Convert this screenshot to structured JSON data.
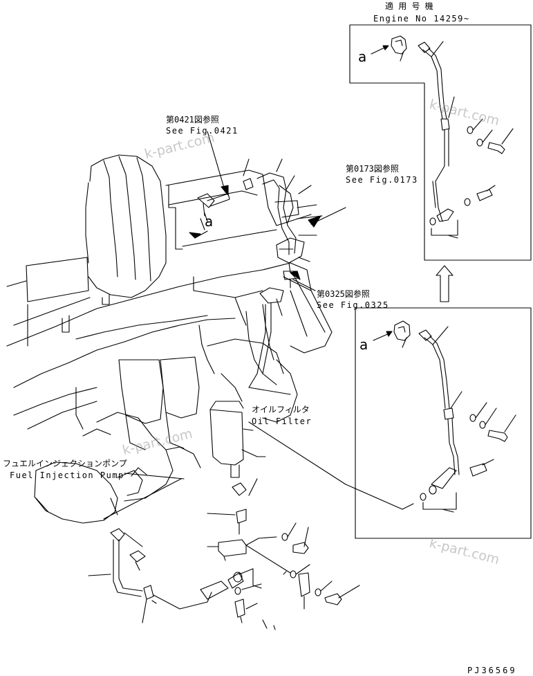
{
  "header": {
    "applicable_model_jp": "適 用 号 機",
    "engine_no": "Engine No 14259~"
  },
  "references": {
    "fig0421_jp": "第0421図参照",
    "fig0421_en": "See Fig.0421",
    "fig0173_jp": "第0173図参照",
    "fig0173_en": "See Fig.0173",
    "fig0325_jp": "第0325図参照",
    "fig0325_en": "See Fig.0325"
  },
  "components": {
    "oil_filter_jp": "オイルフィルタ",
    "oil_filter_en": "Oil Filter",
    "fuel_pump_jp": "フュエルインジェクションポンプ",
    "fuel_pump_en": "Fuel Injection Pump"
  },
  "callouts": {
    "a_top": "a",
    "a_main": "a",
    "a_lower": "a"
  },
  "watermarks": [
    "k-part.com",
    "k-part.com",
    "k-part.com",
    "k-part.com"
  ],
  "drawing_code": "PJ36569",
  "colors": {
    "line": "#000000",
    "watermark": "#9a9a9a",
    "background": "#ffffff"
  }
}
